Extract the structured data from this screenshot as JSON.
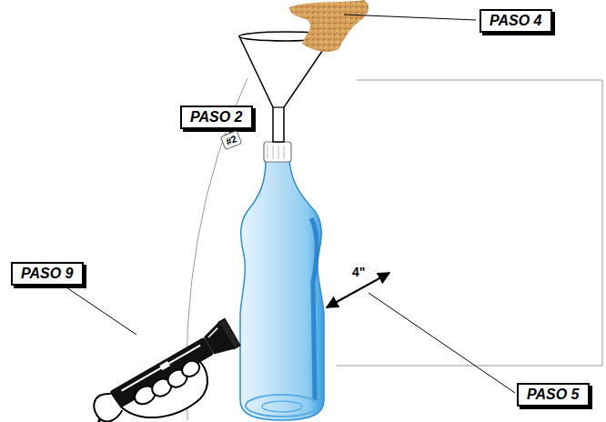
{
  "diagram": {
    "nodes": [
      {
        "text": [
          "PASO 4"
        ]
      },
      {
        "text": [
          "PASO 2"
        ]
      },
      {
        "text": [
          "PASO 9"
        ]
      },
      {
        "text": [
          "PASO 5"
        ]
      }
    ],
    "labels": [
      "#2",
      "4\""
    ]
  }
}
